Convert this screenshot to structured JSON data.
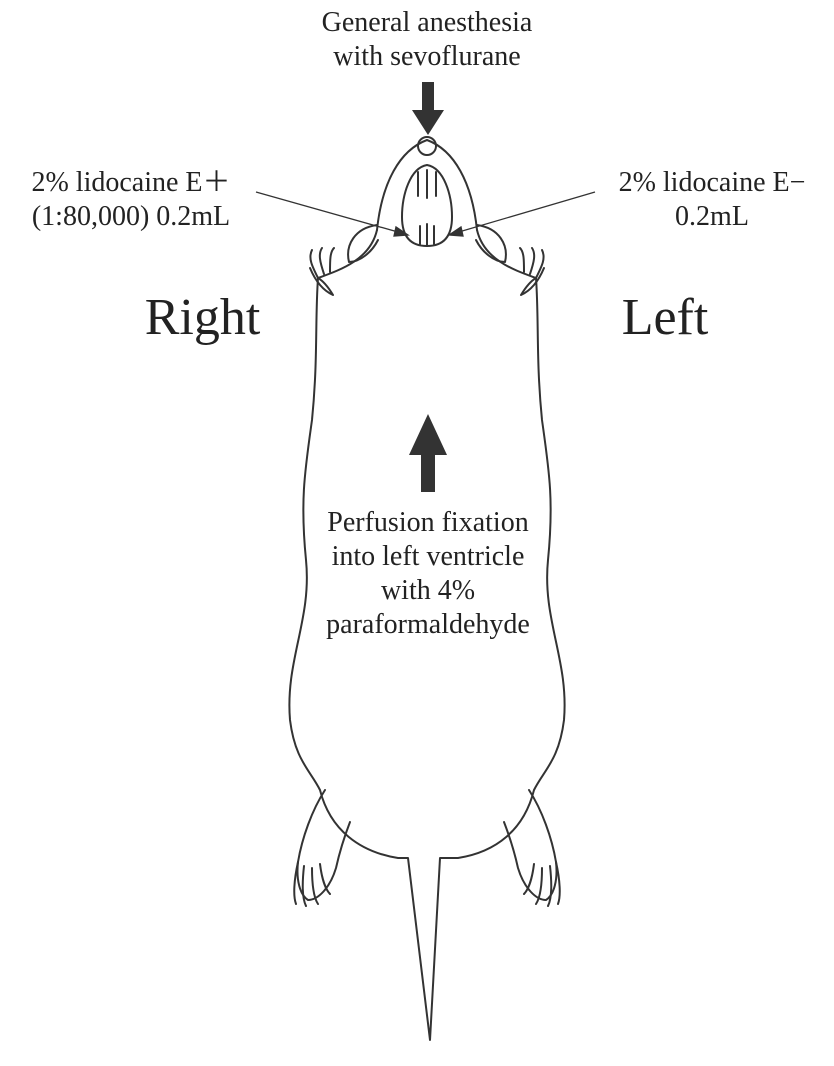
{
  "labels": {
    "anesthesia_line1": "General anesthesia",
    "anesthesia_line2": "with sevoflurane",
    "right_injection_line1": "2% lidocaine E＋",
    "right_injection_line2": "(1:80,000) 0.2mL",
    "left_injection_line1": "2% lidocaine E−",
    "left_injection_line2": "0.2mL",
    "side_right": "Right",
    "side_left": "Left",
    "perfusion_line1": "Perfusion fixation",
    "perfusion_line2": "into left ventricle",
    "perfusion_line3": "with 4%",
    "perfusion_line4": "paraformaldehyde"
  },
  "colors": {
    "outline": "#333333",
    "arrow": "#333333",
    "text": "#222222"
  }
}
